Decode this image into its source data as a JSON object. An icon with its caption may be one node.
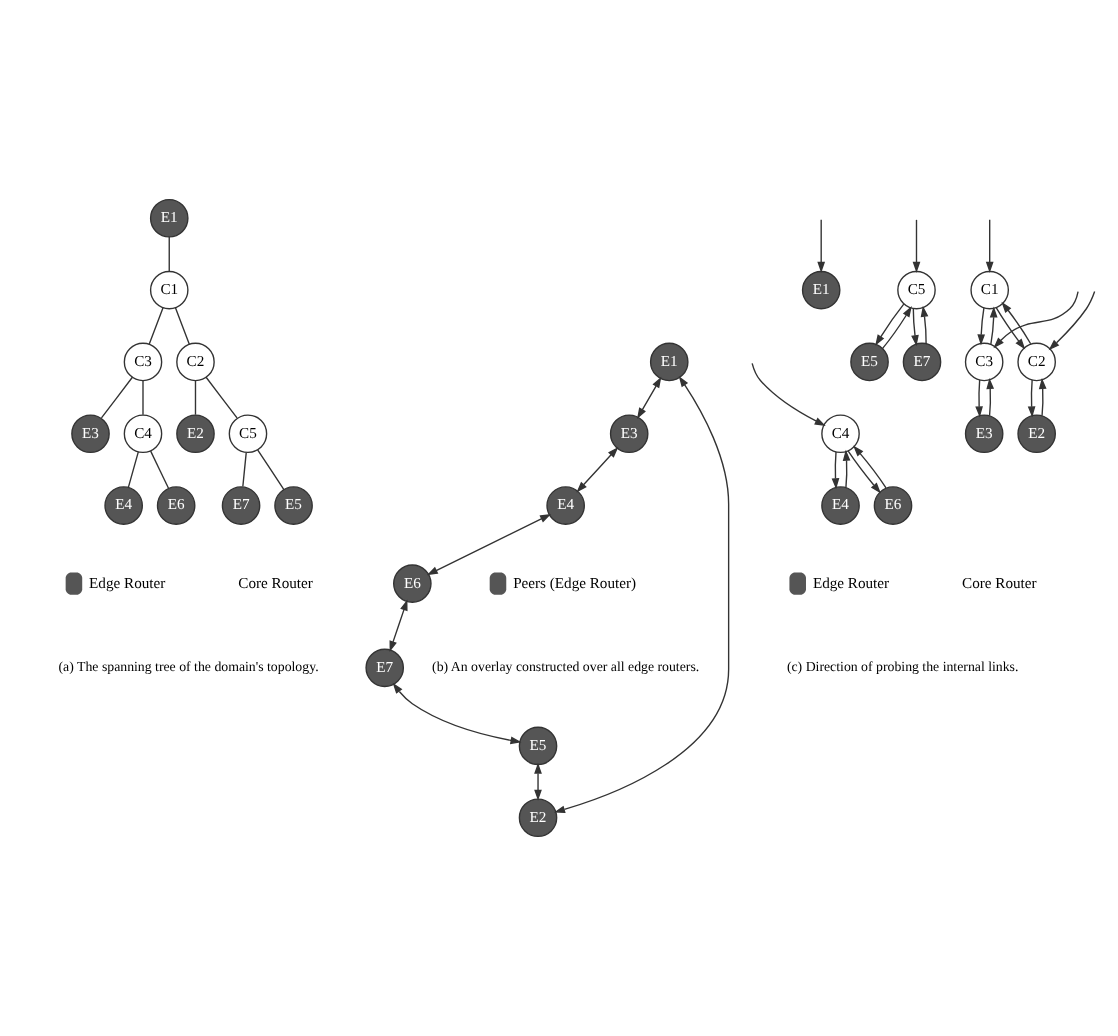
{
  "diagram": {
    "nodes": [
      {
        "text": [
          "E1"
        ]
      },
      {
        "text": [
          "C1"
        ]
      },
      {
        "text": [
          "C3"
        ]
      },
      {
        "text": [
          "C2"
        ]
      },
      {
        "text": [
          "E3"
        ]
      },
      {
        "text": [
          "E2"
        ]
      },
      {
        "text": [
          "C4"
        ]
      },
      {
        "text": [
          "C5"
        ]
      },
      {
        "text": [
          "E4"
        ]
      },
      {
        "text": [
          "E6"
        ]
      },
      {
        "text": [
          "E7"
        ]
      },
      {
        "text": [
          "E5"
        ]
      },
      {
        "text": [
          "E1"
        ]
      },
      {
        "text": [
          "E3"
        ]
      },
      {
        "text": [
          "E2"
        ]
      },
      {
        "text": [
          "E4"
        ]
      },
      {
        "text": [
          "E6"
        ]
      },
      {
        "text": [
          "E7"
        ]
      },
      {
        "text": [
          "E5"
        ]
      },
      {
        "text": [
          "E1"
        ]
      },
      {
        "text": [
          "C1"
        ]
      },
      {
        "text": [
          "C3"
        ]
      },
      {
        "text": [
          "C2"
        ]
      },
      {
        "text": [
          "E3"
        ]
      },
      {
        "text": [
          "E2"
        ]
      },
      {
        "text": [
          "C4"
        ]
      },
      {
        "text": [
          "C5"
        ]
      },
      {
        "text": [
          "E4"
        ]
      },
      {
        "text": [
          "E6"
        ]
      },
      {
        "text": [
          "E7"
        ]
      },
      {
        "text": [
          "E5"
        ]
      }
    ],
    "edges": [
      {
        "from": 0,
        "to": 1,
        "arrow": "none"
      },
      {
        "from": 1,
        "to": 2,
        "arrow": "none"
      },
      {
        "from": 1,
        "to": 3,
        "arrow": "none"
      },
      {
        "from": 2,
        "to": 4,
        "arrow": "none"
      },
      {
        "from": 2,
        "to": 6,
        "arrow": "none"
      },
      {
        "from": 3,
        "to": 5,
        "arrow": "none"
      },
      {
        "from": 3,
        "to": 7,
        "arrow": "none"
      },
      {
        "from": 6,
        "to": 8,
        "arrow": "none"
      },
      {
        "from": 6,
        "to": 9,
        "arrow": "none"
      },
      {
        "from": 7,
        "to": 10,
        "arrow": "none"
      },
      {
        "from": 7,
        "to": 11,
        "arrow": "none"
      },
      {
        "from": 12,
        "to": 13,
        "arrow": "both"
      },
      {
        "from": 12,
        "to": 14,
        "arrow": "both"
      },
      {
        "from": 13,
        "to": 15,
        "arrow": "both"
      },
      {
        "from": 15,
        "to": 16,
        "arrow": "both"
      },
      {
        "from": 16,
        "to": 17,
        "arrow": "both"
      },
      {
        "from": 17,
        "to": 18,
        "arrow": "both"
      },
      {
        "from": 18,
        "to": 14,
        "arrow": "both"
      },
      {
        "from": null,
        "to": 19,
        "arrow": "to"
      },
      {
        "from": null,
        "to": 20,
        "arrow": "to"
      },
      {
        "from": 20,
        "to": 21,
        "arrow": "to"
      },
      {
        "from": 21,
        "to": 20,
        "arrow": "to"
      },
      {
        "from": 20,
        "to": 22,
        "arrow": "to"
      },
      {
        "from": 22,
        "to": 20,
        "arrow": "to"
      },
      {
        "from": 21,
        "to": 23,
        "arrow": "to"
      },
      {
        "from": 23,
        "to": 21,
        "arrow": "to"
      },
      {
        "from": null,
        "to": 21,
        "arrow": "to"
      },
      {
        "from": 22,
        "to": 24,
        "arrow": "to"
      },
      {
        "from": 24,
        "to": 22,
        "arrow": "to"
      },
      {
        "from": null,
        "to": 22,
        "arrow": "to"
      },
      {
        "from": null,
        "to": 25,
        "arrow": "to"
      },
      {
        "from": null,
        "to": 26,
        "arrow": "to"
      },
      {
        "from": 25,
        "to": 27,
        "arrow": "to"
      },
      {
        "from": 27,
        "to": 25,
        "arrow": "to"
      },
      {
        "from": 25,
        "to": 28,
        "arrow": "to"
      },
      {
        "from": 28,
        "to": 25,
        "arrow": "to"
      },
      {
        "from": 26,
        "to": 29,
        "arrow": "to"
      },
      {
        "from": 29,
        "to": 26,
        "arrow": "to"
      },
      {
        "from": 26,
        "to": 30,
        "arrow": "to"
      },
      {
        "from": 30,
        "to": 26,
        "arrow": "to"
      }
    ],
    "labels": [
      "(a) The spanning tree of the domain's topology.",
      "(b) An overlay constructed over all edge routers.",
      "(c) Direction of probing the internal links."
    ],
    "legend": [
      {
        "text": "Edge Router",
        "color": "#555555"
      },
      {
        "text": "Core Router",
        "color": "#ffffff"
      },
      {
        "text": "Peers (Edge Router)",
        "color": "#555555"
      },
      {
        "text": "Edge Router",
        "color": "#555555"
      },
      {
        "text": "Core Router",
        "color": "#ffffff"
      }
    ]
  }
}
